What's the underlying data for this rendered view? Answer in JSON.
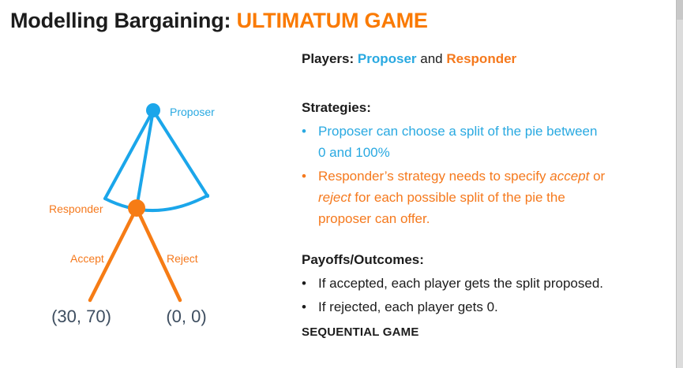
{
  "ui": {
    "bullet_marker": "•",
    "colors": {
      "accent_blue": "#29a9e1",
      "diagram_blue": "#1ba6ea",
      "accent_orange": "#f5791d",
      "title_orange": "#fa7a02",
      "payoff_text": "#3e4e60",
      "body_text": "#1c1c1c",
      "scrollbar_track": "#dcdcdc",
      "scrollbar_thumb": "#c8c8c8"
    }
  },
  "title": {
    "prefix": "Modelling Bargaining: ",
    "highlight": "ULTIMATUM GAME"
  },
  "players": {
    "label": "Players:",
    "proposer": "Proposer",
    "conjunction": " and ",
    "responder": "Responder"
  },
  "strategies": {
    "heading": "Strategies:",
    "proposer_bullet": {
      "lines": [
        "Proposer can choose a split of the pie between",
        "0 and 100%"
      ]
    },
    "responder_bullet": {
      "l1a": "Responder’s strategy needs to specify ",
      "l1b": "accept",
      "l1c": " or",
      "l2a": "reject",
      "l2b": " for each possible split of the pie the",
      "l3": "proposer can offer."
    }
  },
  "payoffs": {
    "heading": "Payoffs/Outcomes:",
    "bullets": [
      "If accepted, each player gets the split proposed.",
      "If rejected, each player gets 0."
    ]
  },
  "footer": {
    "label": "SEQUENTIAL GAME"
  },
  "tree": {
    "proposer_label": "Proposer",
    "responder_label": "Responder",
    "accept_label": "Accept",
    "reject_label": "Reject",
    "accept_payoff": "(30, 70)",
    "reject_payoff": "(0, 0)"
  }
}
